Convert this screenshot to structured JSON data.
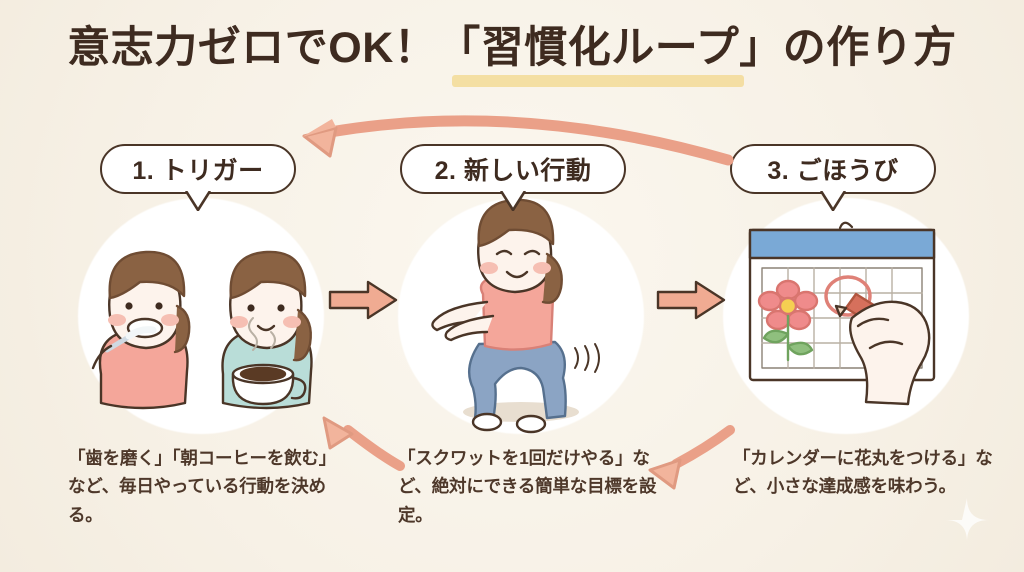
{
  "meta": {
    "background_color": "#f7f1e6",
    "ink_color": "#3e2b20",
    "accent_color": "#eaa088",
    "highlight_color": "#f3dc9c"
  },
  "title": {
    "text": "意志力ゼロでOK！「習慣化ループ」の作り方",
    "highlight_phrase": "習慣化ループ"
  },
  "steps": [
    {
      "label": "1. トリガー",
      "caption": "「歯を磨く」「朝コーヒーを飲む」など、毎日やっている行動を決める。",
      "illustration": "teeth-brushing-and-morning-coffee",
      "colors": {
        "shirt_a": "#f4a69a",
        "shirt_b": "#b9ddd8",
        "hair": "#8a6243",
        "skin": "#fdf3ec"
      }
    },
    {
      "label": "2. 新しい行動",
      "caption": "「スクワットを1回だけやる」など、絶対にできる簡単な目標を設定。",
      "illustration": "person-doing-squat",
      "colors": {
        "shirt_a": "#f4a69a",
        "pants": "#8ba4c4",
        "hair": "#8a6243",
        "skin": "#fdf3ec"
      }
    },
    {
      "label": "3. ごほうび",
      "caption": "「カレンダーに花丸をつける」など、小さな達成感を味わう。",
      "illustration": "calendar-with-flower-stamp-and-hand-drawing-circle",
      "colors": {
        "calendar_header": "#7aa9d6",
        "flower": "#ef8b8b",
        "pencil": "#c9604f",
        "leaf": "#8fbf7e"
      }
    }
  ],
  "arrows": {
    "forward": [
      {
        "name": "arrow-step1-to-step2"
      },
      {
        "name": "arrow-step2-to-step3"
      }
    ],
    "loop": [
      {
        "name": "loop-arrow-top-step3-to-step1"
      },
      {
        "name": "loop-arrow-bottom-step2-to-step1"
      },
      {
        "name": "loop-arrow-bottom-step3-to-step2"
      }
    ],
    "color": "#eaa088",
    "outline_color": "#4a3527"
  },
  "decoration": {
    "sparkles": [
      {
        "name": "sparkle-bottom-right"
      }
    ]
  }
}
